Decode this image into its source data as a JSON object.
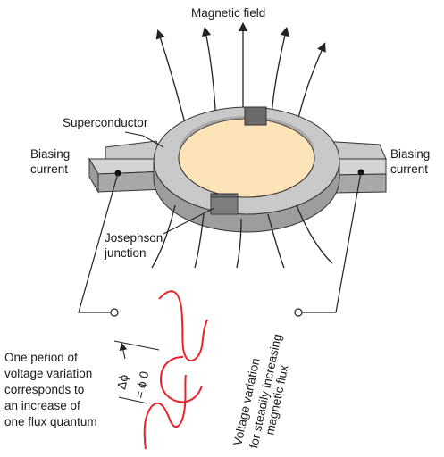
{
  "labels": {
    "magnetic_field": "Magnetic field",
    "superconductor": "Superconductor",
    "biasing_left": [
      "Biasing",
      "current"
    ],
    "biasing_right": [
      "Biasing",
      "current"
    ],
    "josephson": [
      "Josephson",
      "junction"
    ],
    "period": [
      "One period of",
      "voltage variation",
      "corresponds to",
      "an increase of",
      "one flux quantum"
    ],
    "delta_phi": "Δϕ",
    "equals_phi0": "= ϕ 0",
    "voltage_variation": [
      "Voltage variation",
      "for steadily increasing",
      "magnetic flux"
    ]
  },
  "colors": {
    "ring_top": "#c9c9c9",
    "ring_side": "#9d9d9d",
    "inner_region": "#fde3b8",
    "junction": "#6b6b6b",
    "waveform": "#e8232a",
    "line": "#222222"
  },
  "icons": {
    "field_arrow": "arrowhead-icon",
    "terminal": "terminal-dot-icon"
  }
}
